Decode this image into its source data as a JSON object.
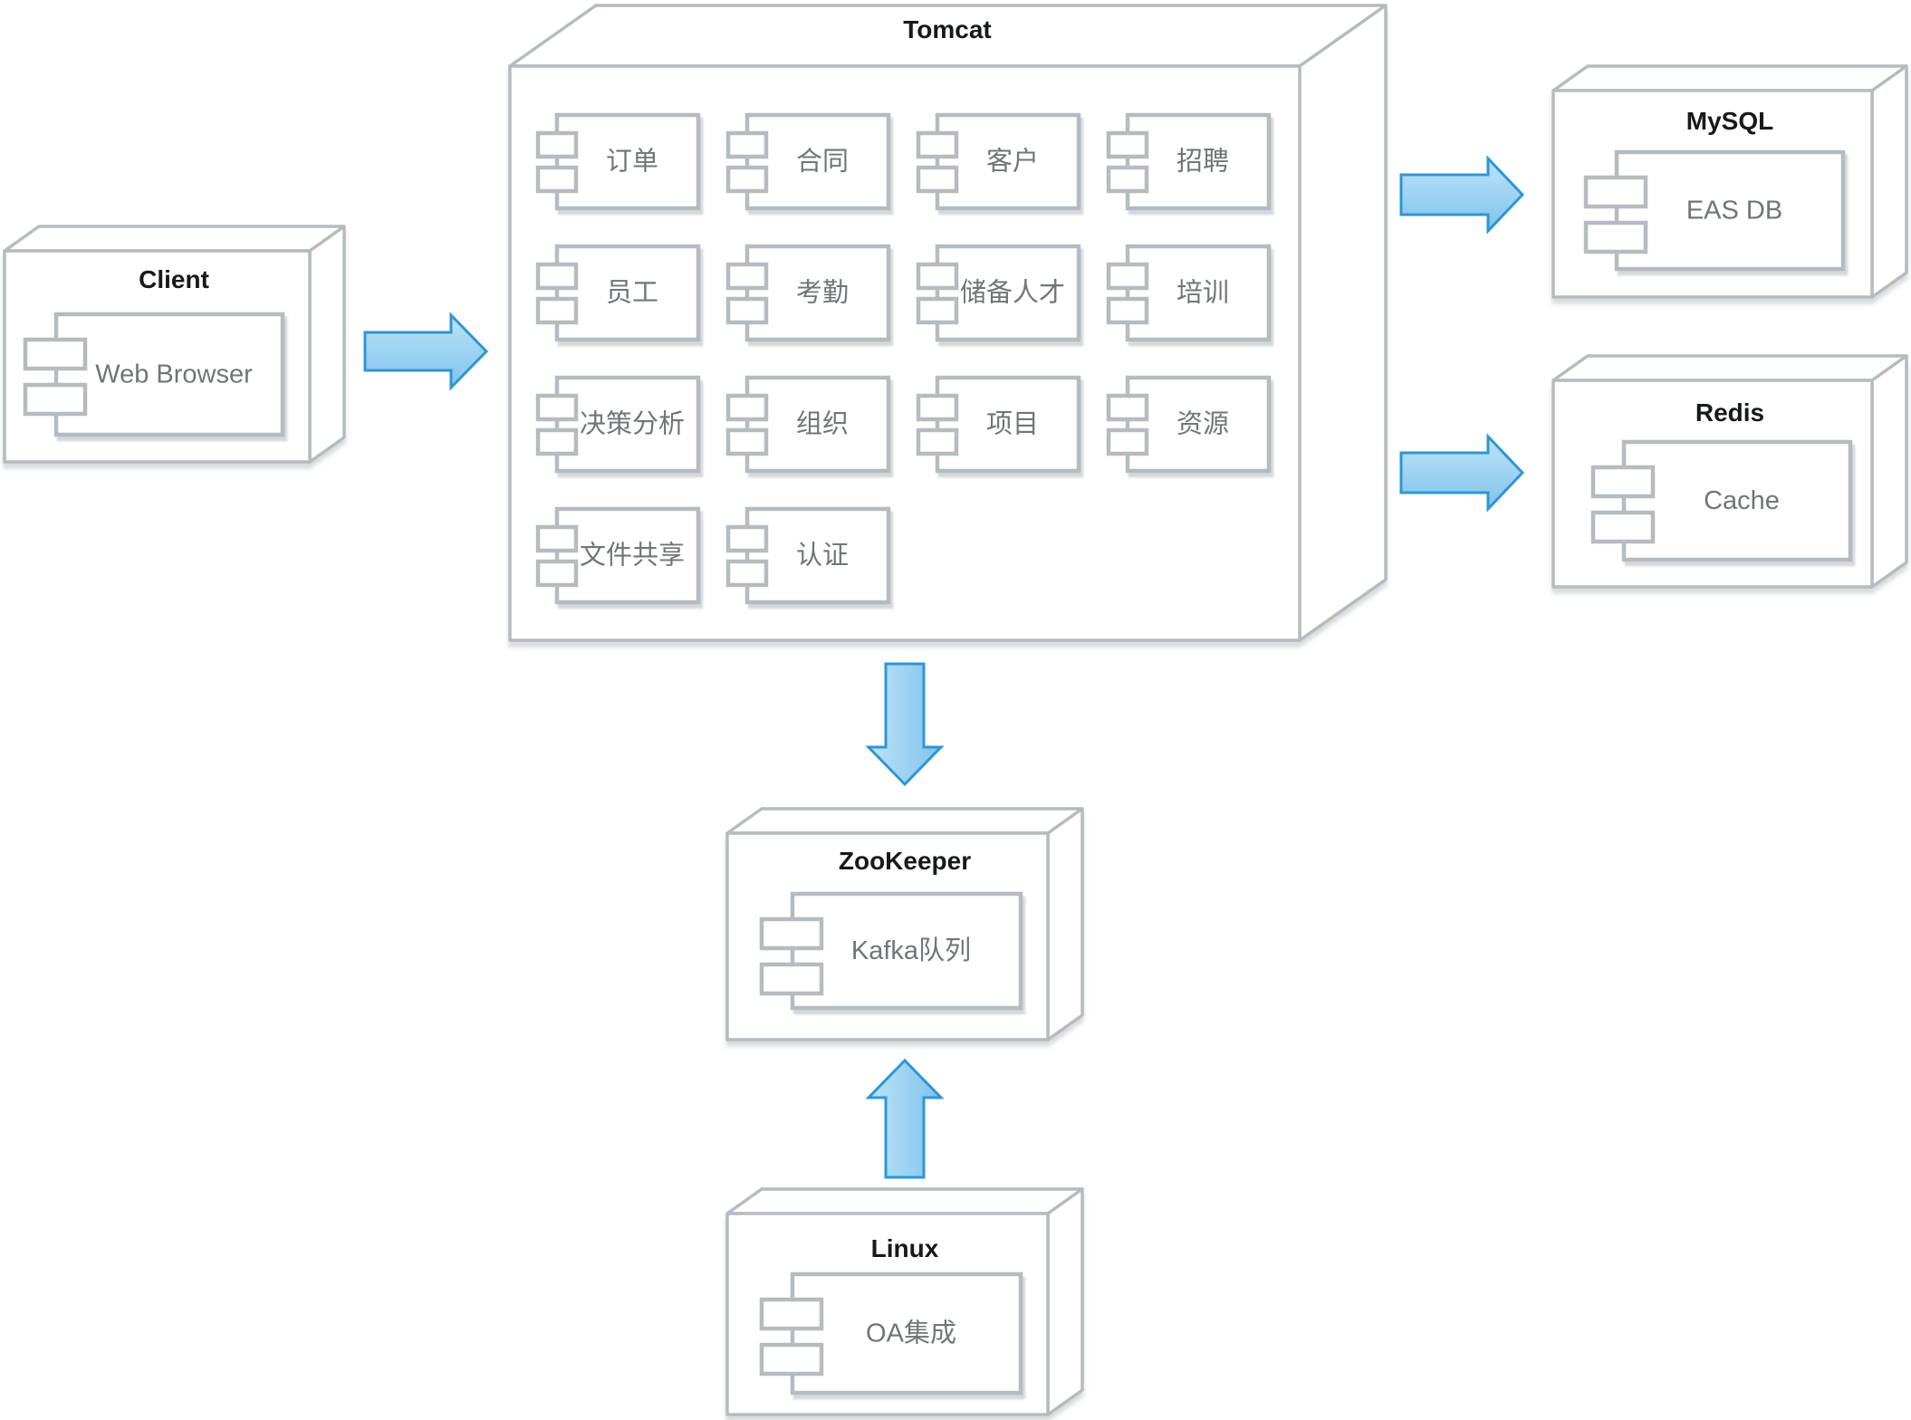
{
  "nodes": {
    "client": {
      "title": "Client",
      "components": [
        {
          "label": "Web Browser"
        }
      ]
    },
    "tomcat": {
      "title": "Tomcat",
      "components": [
        {
          "label": "订单"
        },
        {
          "label": "合同"
        },
        {
          "label": "客户"
        },
        {
          "label": "招聘"
        },
        {
          "label": "员工"
        },
        {
          "label": "考勤"
        },
        {
          "label": "储备人才"
        },
        {
          "label": "培训"
        },
        {
          "label": "决策分析"
        },
        {
          "label": "组织"
        },
        {
          "label": "项目"
        },
        {
          "label": "资源"
        },
        {
          "label": "文件共享"
        },
        {
          "label": "认证"
        }
      ]
    },
    "mysql": {
      "title": "MySQL",
      "components": [
        {
          "label": "EAS DB"
        }
      ]
    },
    "redis": {
      "title": "Redis",
      "components": [
        {
          "label": "Cache"
        }
      ]
    },
    "zookeeper": {
      "title": "ZooKeeper",
      "components": [
        {
          "label": "Kafka队列"
        }
      ]
    },
    "linux": {
      "title": "Linux",
      "components": [
        {
          "label": "OA集成"
        }
      ]
    }
  },
  "arrows": [
    {
      "from": "Client",
      "to": "Tomcat",
      "direction": "right"
    },
    {
      "from": "Tomcat",
      "to": "MySQL",
      "direction": "right"
    },
    {
      "from": "Tomcat",
      "to": "Redis",
      "direction": "right"
    },
    {
      "from": "Tomcat",
      "to": "ZooKeeper",
      "direction": "down"
    },
    {
      "from": "Linux",
      "to": "ZooKeeper",
      "direction": "up"
    }
  ],
  "colors": {
    "node_border": "#b6bbbf",
    "component_border": "#b6bbbf",
    "node_title": "#17191a",
    "component_label": "#717578",
    "arrow_fill_light": "#bde3f8",
    "arrow_fill_dark": "#7fc3ec",
    "arrow_stroke": "#2e96d4",
    "background": "#ffffff"
  }
}
